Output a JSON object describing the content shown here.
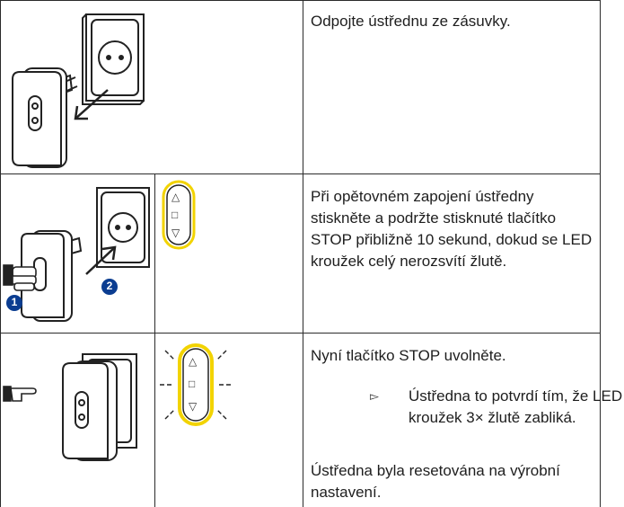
{
  "rows": [
    {
      "text": "Odpojte ústřednu ze zásuvky."
    },
    {
      "text": "Při opětovném zapojení ústředny stiskněte a podržte stisknuté tlačítko STOP přibližně 10 sekund, dokud se LED kroužek celý nerozsvítí žlutě.",
      "step_markers": [
        "1",
        "2"
      ],
      "remote_symbols": [
        "△",
        "□",
        "▽"
      ]
    },
    {
      "text": "Nyní tlačítko STOP uvolněte.",
      "result_bullet": "▻",
      "result_text": "Ústředna to potvrdí tím, že LED kroužek 3× žlutě zabliká.",
      "footer_text": "Ústředna byla resetována na výrobní nastavení.",
      "remote_symbols": [
        "△",
        "□",
        "▽"
      ]
    }
  ],
  "colors": {
    "led_yellow": "#f2d300",
    "border": "#2b2b2b",
    "marker_blue": "#0b3d91"
  }
}
